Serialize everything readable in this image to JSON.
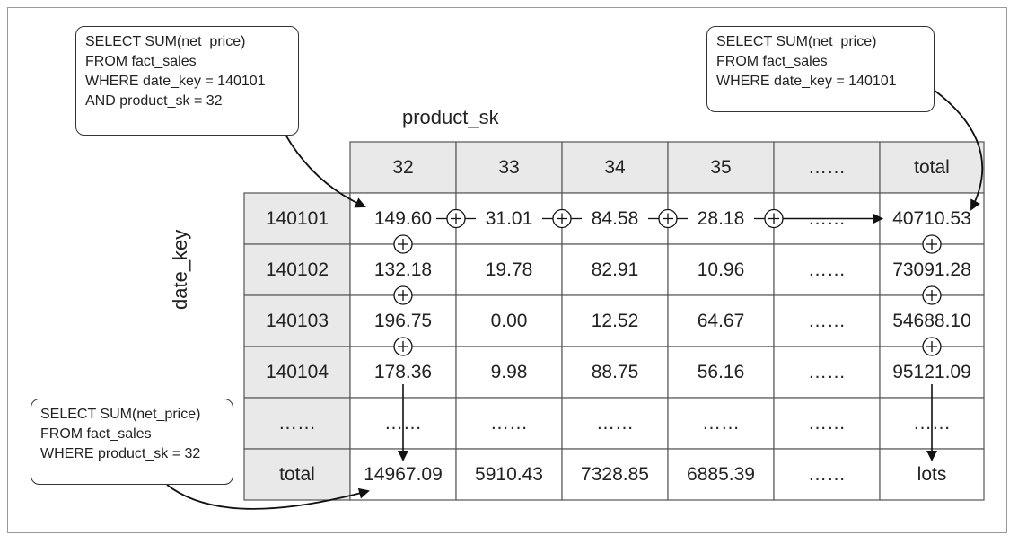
{
  "axes": {
    "column_label": "product_sk",
    "row_label": "date_key"
  },
  "queries": {
    "top_left": [
      "SELECT SUM(net_price)",
      "FROM fact_sales",
      "WHERE date_key = 140101",
      "AND product_sk = 32"
    ],
    "top_right": [
      "SELECT SUM(net_price)",
      "FROM fact_sales",
      "WHERE date_key = 140101"
    ],
    "bottom_left": [
      "SELECT SUM(net_price)",
      "FROM fact_sales",
      "WHERE product_sk = 32"
    ]
  },
  "table": {
    "column_headers": [
      "32",
      "33",
      "34",
      "35",
      "……",
      "total"
    ],
    "rows": [
      {
        "key": "140101",
        "cells": [
          "149.60",
          "31.01",
          "84.58",
          "28.18",
          "……",
          "40710.53"
        ]
      },
      {
        "key": "140102",
        "cells": [
          "132.18",
          "19.78",
          "82.91",
          "10.96",
          "……",
          "73091.28"
        ]
      },
      {
        "key": "140103",
        "cells": [
          "196.75",
          "0.00",
          "12.52",
          "64.67",
          "……",
          "54688.10"
        ]
      },
      {
        "key": "140104",
        "cells": [
          "178.36",
          "9.98",
          "88.75",
          "56.16",
          "……",
          "95121.09"
        ]
      },
      {
        "key": "……",
        "cells": [
          "……",
          "……",
          "……",
          "……",
          "……",
          "……"
        ]
      },
      {
        "key": "total",
        "cells": [
          "14967.09",
          "5910.43",
          "7328.85",
          "6885.39",
          "……",
          "lots"
        ]
      }
    ]
  },
  "colors": {
    "header_fill": "#e9e9e9",
    "grid": "#555555",
    "text": "#222222"
  }
}
